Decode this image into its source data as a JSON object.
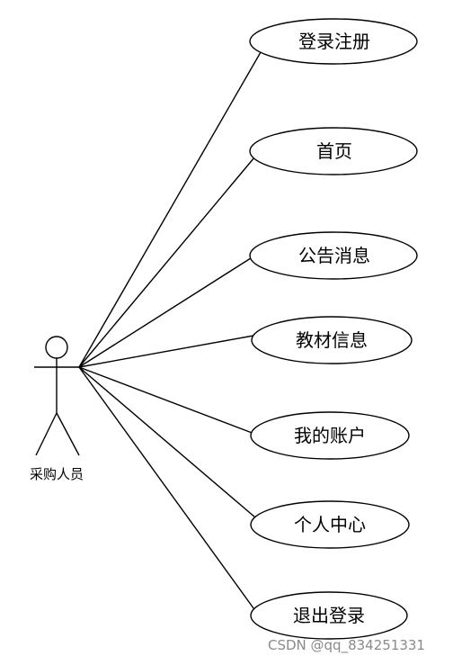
{
  "actor": {
    "label": "采购人员"
  },
  "use_cases": [
    {
      "label": "登录注册"
    },
    {
      "label": "首页"
    },
    {
      "label": "公告消息"
    },
    {
      "label": "教材信息"
    },
    {
      "label": "我的账户"
    },
    {
      "label": "个人中心"
    },
    {
      "label": "退出登录"
    }
  ],
  "watermark": "CSDN @qq_834251331"
}
